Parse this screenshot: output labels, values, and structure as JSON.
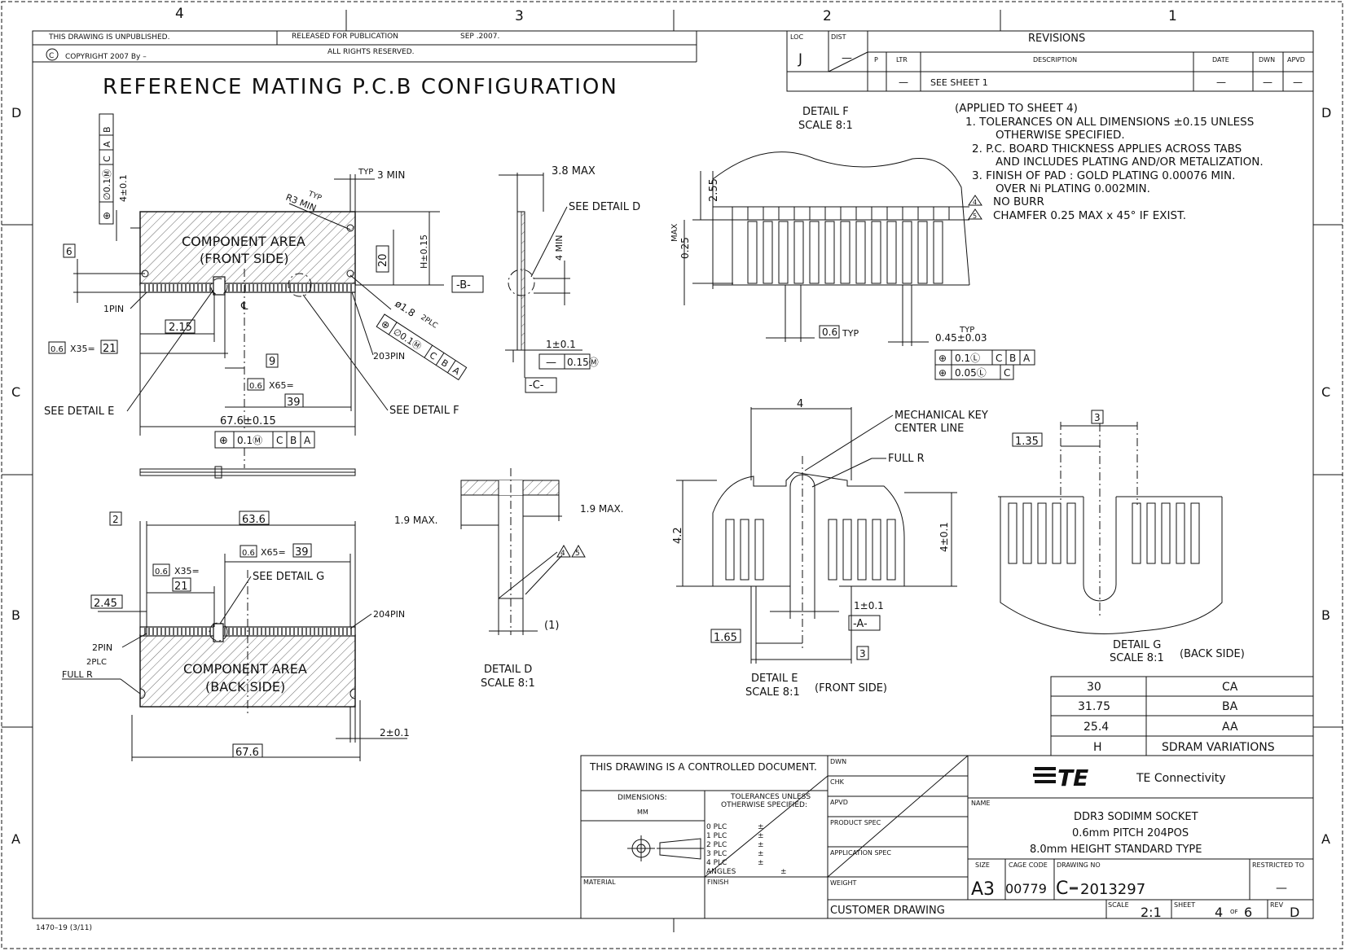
{
  "border": {
    "zones_top": [
      "4",
      "3",
      "2",
      "1"
    ],
    "zones_side": [
      "D",
      "C",
      "B",
      "A"
    ]
  },
  "header": {
    "unpublished": "THIS DRAWING IS UNPUBLISHED.",
    "released": "RELEASED FOR PUBLICATION",
    "release_date": "SEP .2007.",
    "rights": "ALL RIGHTS RESERVED.",
    "copyright": "COPYRIGHT 2007  By –",
    "copyright_symbol": "C"
  },
  "revisions": {
    "title": "REVISIONS",
    "loc_label": "LOC",
    "loc_value": "J",
    "dist_label": "DIST",
    "dist_value": "—",
    "col_p": "P",
    "col_ltr": "LTR",
    "col_desc": "DESCRIPTION",
    "col_date": "DATE",
    "col_dwn": "DWN",
    "col_apvd": "APVD",
    "row_ltr": "—",
    "row_desc": "SEE SHEET 1",
    "row_date": "—",
    "row_dwn": "—",
    "row_apvd": "—"
  },
  "title_main": "REFERENCE MATING P.C.B CONFIGURATION",
  "notes": {
    "heading": "(APPLIED TO SHEET 4)",
    "n1a": "1. TOLERANCES ON ALL DIMENSIONS ±0.15 UNLESS",
    "n1b": "OTHERWISE SPECIFIED.",
    "n2a": "2. P.C. BOARD THICKNESS APPLIES ACROSS TABS",
    "n2b": "AND INCLUDES PLATING AND/OR METALIZATION.",
    "n3a": "3. FINISH OF PAD : GOLD PLATING 0.00076 MIN.",
    "n3b": "OVER Ni PLATING 0.002MIN.",
    "n4_num": "4",
    "n4": "NO BURR",
    "n5_num": "5",
    "n5": "CHAMFER 0.25 MAX x 45° IF EXIST."
  },
  "front_view": {
    "area": "COMPONENT AREA",
    "side": "(FRONT SIDE)",
    "pin1": "1PIN",
    "pin203": "203PIN",
    "see_e": "SEE DETAIL E",
    "see_f": "SEE DETAIL F",
    "typ": "TYP",
    "min3": "3 MIN",
    "r3": "R3 MIN",
    "typ2": "TYP",
    "dim_width": "67.6±0.15",
    "dim_h": "H±0.15",
    "dim_20": "20",
    "dim_6": "6",
    "dim_4": "4±0.1",
    "dim_215": "2.15",
    "dim_9": "9",
    "dim_06a": "0.6",
    "x35": "X35=",
    "dim_21": "21",
    "dim_06b": "0.6",
    "x65": "X65=",
    "dim_39": "39",
    "datum_b": "-B-",
    "hole": "ø1.8",
    "plc2": "2PLC",
    "fcf_pos": "⊕",
    "fcf_tol": "∅0.1Ⓜ",
    "fcf_c": "C",
    "fcf_a": "A",
    "fcf_b": "B",
    "fcf_bottom": "0.1Ⓜ",
    "cl": "℄"
  },
  "back_view": {
    "area": "COMPONENT AREA",
    "side": "(BACK SIDE)",
    "pin2": "2PIN",
    "pin204": "204PIN",
    "see_g": "SEE DETAIL G",
    "plc2": "2PLC",
    "full_r": "FULL R",
    "dim_2": "2",
    "dim_636": "63.6",
    "dim_06a": "0.6",
    "x65": "X65=",
    "dim_39": "39",
    "dim_06b": "0.6",
    "x35": "X35=",
    "dim_21": "21",
    "dim_245": "2.45",
    "dim_676": "67.6",
    "dim_2tol": "2±0.1"
  },
  "side_view": {
    "max": "3.8 MAX",
    "see_d": "SEE DETAIL D",
    "min4": "4 MIN",
    "dim_1": "1±0.1",
    "flat": "—",
    "flat_tol": "0.15Ⓜ",
    "datum_c": "-C-"
  },
  "detail_d": {
    "label": "DETAIL D",
    "scale": "SCALE 8:1",
    "max_l": "1.9 MAX.",
    "max_r": "1.9 MAX.",
    "ref": "(1)",
    "n4": "4",
    "n5": "5"
  },
  "detail_f": {
    "label": "DETAIL F",
    "scale": "SCALE 8:1",
    "dim_255": "2.55",
    "max": "MAX",
    "dim_025": "0.25",
    "pitch": "0.6",
    "typ": "TYP",
    "typ2": "TYP",
    "width": "0.45±0.03",
    "fcf1_tol": "0.1Ⓛ",
    "fcf2_tol": "0.05Ⓛ",
    "c": "C",
    "b": "B",
    "a": "A"
  },
  "detail_e": {
    "label": "DETAIL E",
    "scale": "SCALE 8:1",
    "side": "(FRONT SIDE)",
    "dim_4": "4",
    "mech1": "MECHANICAL KEY",
    "mech2": "CENTER LINE",
    "full_r": "FULL R",
    "dim_42": "4.2",
    "dim_4tol": "4±0.1",
    "dim_1": "1±0.1",
    "datum_a": "-A-",
    "dim_165": "1.65",
    "dim_3": "3"
  },
  "detail_g": {
    "label": "DETAIL G",
    "scale": "SCALE 8:1",
    "side": "(BACK SIDE)",
    "dim_3": "3",
    "dim_135": "1.35"
  },
  "variations": {
    "rows": [
      {
        "h": "30",
        "code": "CA"
      },
      {
        "h": "31.75",
        "code": "BA"
      },
      {
        "h": "25.4",
        "code": "AA"
      }
    ],
    "head_h": "H",
    "head_code": "SDRAM VARIATIONS"
  },
  "title_block": {
    "controlled": "THIS DRAWING IS A CONTROLLED DOCUMENT.",
    "dimensions": "DIMENSIONS:",
    "units": "MM",
    "tol1": "TOLERANCES UNLESS",
    "tol2": "OTHERWISE SPECIFIED:",
    "plc0": "0  PLC",
    "plc1": "1  PLC",
    "plc2": "2  PLC",
    "plc3": "3  PLC",
    "plc4": "4  PLC",
    "angles": "ANGLES",
    "pm": "±",
    "material": "MATERIAL",
    "finish": "FINISH",
    "dwn": "DWN",
    "chk": "CHK",
    "apvd": "APVD",
    "product_spec": "PRODUCT SPEC",
    "application_spec": "APPLICATION SPEC",
    "weight": "WEIGHT",
    "customer": "CUSTOMER DRAWING",
    "company": "TE Connectivity",
    "logo": "TE",
    "name_label": "NAME",
    "name1": "DDR3 SODIMM SOCKET",
    "name2": "0.6mm PITCH 204POS",
    "name3": "8.0mm HEIGHT STANDARD TYPE",
    "size_label": "SIZE",
    "size": "A3",
    "cage_label": "CAGE CODE",
    "cage": "00779",
    "drawing_no_label": "DRAWING NO",
    "drawing_prefix": "C",
    "drawing_no": "2013297",
    "restricted": "RESTRICTED TO",
    "restricted_val": "—",
    "scale_label": "SCALE",
    "scale": "2:1",
    "sheet_label": "SHEET",
    "sheet": "4",
    "of": "OF",
    "sheets": "6",
    "rev_label": "REV",
    "rev": "D"
  },
  "form_no": "1470–19  (3/11)"
}
